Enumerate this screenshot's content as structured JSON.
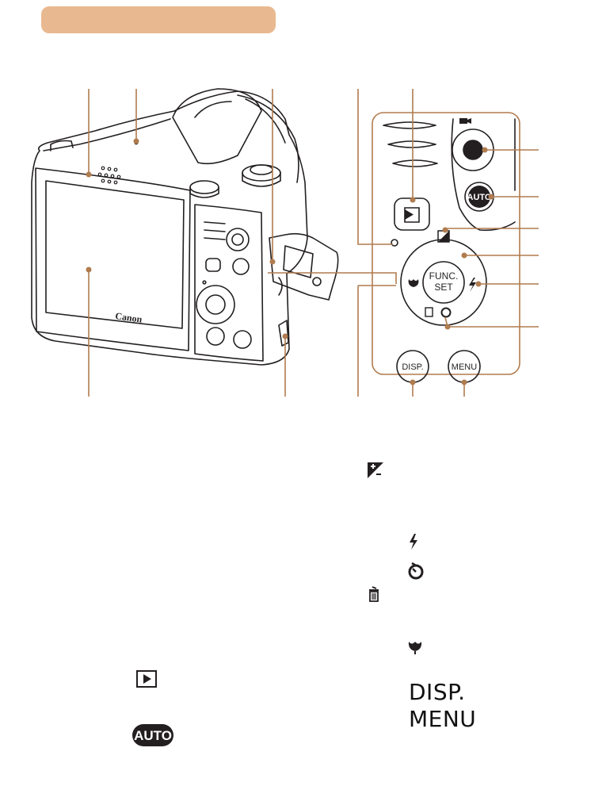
{
  "colors": {
    "header": "#E8B990",
    "callout": "#B07C4F",
    "line": "#231F20"
  },
  "camera": {
    "brand": "Canon",
    "buttons": {
      "func_line1": "FUNC.",
      "func_line2": "SET",
      "auto": "AUTO",
      "disp": "DISP.",
      "menu": "MENU"
    }
  },
  "icons": [
    "exposure-compensation-icon",
    "flash-icon",
    "self-timer-icon",
    "delete-icon",
    "macro-icon",
    "playback-icon",
    "auto-icon",
    "movie-icon"
  ],
  "legend": {
    "disp": "DISP.",
    "menu": "MENU"
  }
}
